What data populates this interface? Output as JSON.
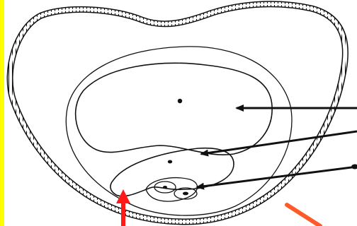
{
  "diagram": {
    "parts": [
      {
        "id": "outer-wall",
        "icon": "beaded-outline"
      },
      {
        "id": "inner-sac",
        "icon": "oval-outline"
      },
      {
        "id": "large-cavity",
        "icon": "kidney-outline"
      },
      {
        "id": "middle-cavity",
        "icon": "crescent-outline"
      },
      {
        "id": "small-bodies",
        "icon": "nested-ovals"
      }
    ],
    "label_arrows": 3,
    "highlight_arrows": 2
  },
  "colors": {
    "ink": "#111111",
    "page_edge": "#ffff00",
    "highlight_red": "#ff1a1a",
    "highlight_orange": "#ff5a2a",
    "background": "#ffffff"
  }
}
